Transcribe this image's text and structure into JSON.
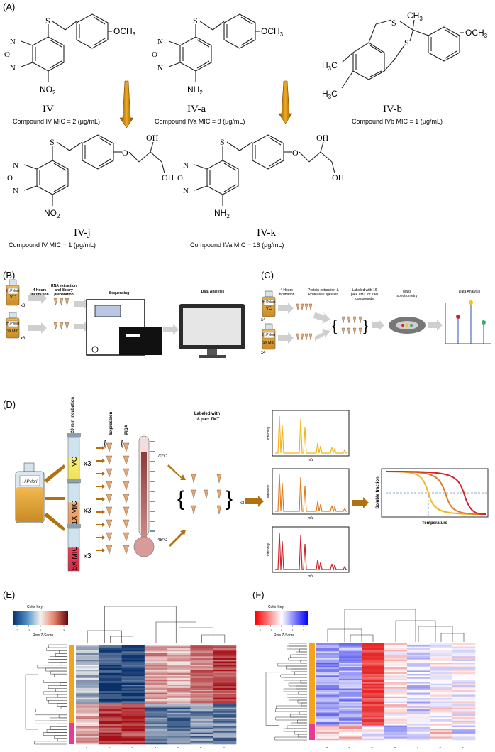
{
  "panels": {
    "A": "(A)",
    "B": "(B)",
    "C": "(C)",
    "D": "(D)",
    "E": "(E)",
    "F": "(F)"
  },
  "chem": {
    "s": "S",
    "o": "O",
    "n": "N",
    "och3": "OCH",
    "three": "3",
    "no2": "NO",
    "nh2": "NH",
    "two": "2",
    "ch3": "CH",
    "h3c": "H",
    "c": "C",
    "oh": "OH",
    "names": {
      "iv": "IV",
      "iva": "IV-a",
      "ivb": "IV-b",
      "ivj": "IV-j",
      "ivk": "IV-k"
    },
    "mic": {
      "iv": "Compound IV MIC = 2 (μg/mL)",
      "iva": "Compound IVa MIC = 8 (μg/mL)",
      "ivb": "Compound IVb MIC = 1 (μg/mL)",
      "ivj": "Compound IV MIC = 1 (μg/mL)",
      "ivk": "Compound IVa MIC = 16 (μg/mL)"
    }
  },
  "panelB": {
    "step1": [
      "4 Hours",
      "Incubation"
    ],
    "step2": [
      "RNA extraction",
      "and library",
      "preparation"
    ],
    "step3": "Sequencing",
    "step4": "Data Analysis",
    "flask_top": "VC",
    "flask_bottom": "1X MIC",
    "flask_label": "H.Pylori",
    "rep": "x3"
  },
  "panelC": {
    "step1": [
      "4 Hours",
      "incubation"
    ],
    "step2": [
      "Protein extraction &",
      "Protease Digestion"
    ],
    "step3": [
      "Labeled with 16",
      "plex TMT for Two",
      "compounds"
    ],
    "step4": [
      "Mass",
      "spectrometry"
    ],
    "step5": "Data Analysis",
    "flask_top": "VC",
    "flask_bottom": "1X MIC",
    "flask_label": "H.Pylori",
    "rep": "x4"
  },
  "panelD": {
    "flask_label": "H.Pylori",
    "incubation": "20 min incubation",
    "expression": "Expression",
    "pisa": "PISA",
    "tubes": [
      "VC",
      "1X MIC",
      "5X MIC"
    ],
    "rep": "x3",
    "temp_high": "70°C",
    "temp_low": "46°C",
    "tmt": [
      "Labeled with",
      "18 plex TMT"
    ],
    "rep2": "x3",
    "intensity": "Intensity",
    "mz": "m/z",
    "soluble": "Soluble fraction",
    "temperature": "Temperature"
  },
  "panelE": {
    "key_title": "Color Key",
    "key_sub": "Row Z-Score",
    "key_ticks": [
      "-2",
      "-1",
      "0",
      "1",
      "2"
    ],
    "columns": [
      "Compound IV.b",
      "DMSO",
      "Compound IVa",
      "Compound IVa",
      "DMSO",
      "Compound IV",
      "Compound IV.b"
    ]
  },
  "panelF": {
    "key_title": "Color Key",
    "key_sub": "Row Z-Score",
    "key_ticks": [
      "-2",
      "-1",
      "0",
      "1",
      "2"
    ],
    "columns": [
      "Treated_IVa",
      "Treated_IV",
      "DMSO",
      "Treated_IVa",
      "Treated_IVb",
      "Treated_DMSO",
      "Treated_IV"
    ]
  },
  "colors": {
    "arrow": "#f0a91e",
    "orange_bar": "#f6a31b",
    "pink_bar": "#e93a93",
    "red": "#d2232a",
    "blue": "#2b4fb8"
  }
}
